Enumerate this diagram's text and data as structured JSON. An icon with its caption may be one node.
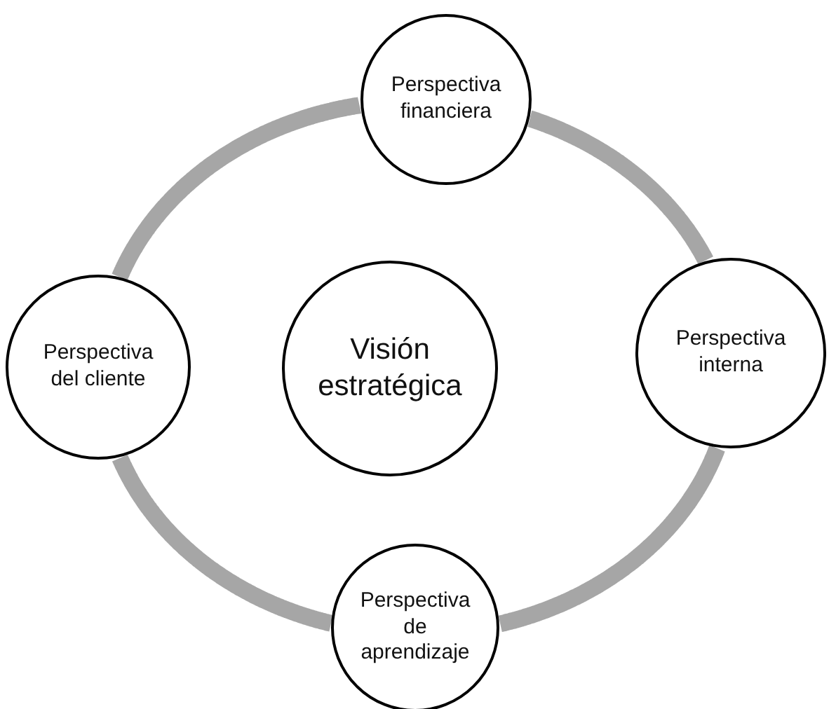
{
  "diagram": {
    "nodes": [
      {
        "text": [
          "Perspectiva financiera"
        ]
      },
      {
        "text": [
          "Perspectiva del cliente"
        ]
      },
      {
        "text": [
          "Visión estratégica"
        ]
      },
      {
        "text": [
          "Perspectiva interna"
        ]
      },
      {
        "text": [
          "Perspectiva de aprendizaje"
        ]
      }
    ],
    "edges": [
      {
        "from": 0,
        "to": 3,
        "arrow": "none"
      },
      {
        "from": 3,
        "to": 4,
        "arrow": "none"
      },
      {
        "from": 4,
        "to": 1,
        "arrow": "none"
      },
      {
        "from": 1,
        "to": 0,
        "arrow": "none"
      }
    ]
  }
}
